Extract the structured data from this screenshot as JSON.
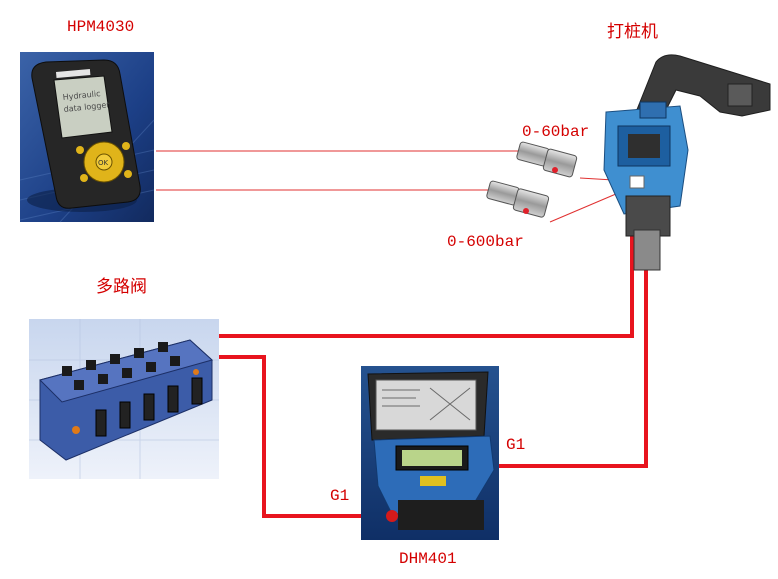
{
  "labels": {
    "logger": "HPM4030",
    "pile_driver": "打桩机",
    "sensor_low": "0-60bar",
    "sensor_high": "0-600bar",
    "valve": "多路阀",
    "meter": "DHM401",
    "port_in": "G1",
    "port_out": "G1"
  },
  "logger_screen": {
    "line1": "Hydraulic",
    "line2": "data logger",
    "button": "OK"
  },
  "colors": {
    "wire_thin": "#e03030",
    "hose": "#e8141e",
    "label": "#d40000",
    "photo_bg": "#1a3a78",
    "device_body": "#2a2a2a",
    "valve_blue": "#3c5ca8",
    "machine_blue": "#3f8fd0"
  }
}
